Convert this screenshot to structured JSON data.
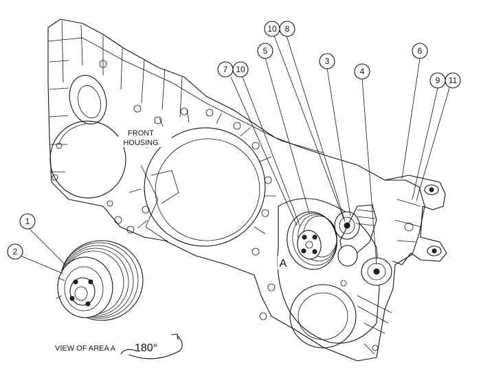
{
  "labels": {
    "front_housing_line1": "FRONT",
    "front_housing_line2": "HOUSING",
    "area_marker": "A",
    "view_caption": "VIEW OF AREA  A",
    "rotation": "180°"
  },
  "callouts": [
    {
      "id": "c1",
      "text": "1"
    },
    {
      "id": "c2",
      "text": "2"
    },
    {
      "id": "c3",
      "text": "3"
    },
    {
      "id": "c4",
      "text": "4"
    },
    {
      "id": "c5",
      "text": "5"
    },
    {
      "id": "c6",
      "text": "6"
    },
    {
      "id": "c7",
      "text": "7"
    },
    {
      "id": "c10a",
      "text": "10"
    },
    {
      "id": "c10b",
      "text": "10"
    },
    {
      "id": "c8",
      "text": "8"
    },
    {
      "id": "c9",
      "text": "9"
    },
    {
      "id": "c11",
      "text": "11"
    }
  ]
}
